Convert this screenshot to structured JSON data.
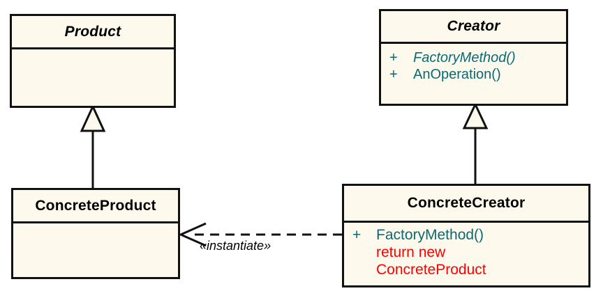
{
  "diagram": {
    "title": "Factory Method pattern class diagram",
    "type": "uml-class-diagram",
    "background_color": "#ffffff",
    "class_fill_color": "#fdf9ec",
    "class_border_color": "#111111",
    "member_text_color": "#0a6a73",
    "note_text_color": "#ff0000",
    "title_text_color": "#000000"
  },
  "classes": {
    "product": {
      "name": "Product",
      "abstract": true,
      "members": []
    },
    "creator": {
      "name": "Creator",
      "abstract": true,
      "members": [
        {
          "visibility": "+",
          "signature": "FactoryMethod()",
          "abstract": true
        },
        {
          "visibility": "+",
          "signature": "AnOperation()",
          "abstract": false
        }
      ]
    },
    "concrete_product": {
      "name": "ConcreteProduct",
      "abstract": false,
      "members": []
    },
    "concrete_creator": {
      "name": "ConcreteCreator",
      "abstract": false,
      "members": [
        {
          "visibility": "+",
          "signature": "FactoryMethod()",
          "abstract": false
        }
      ],
      "notes": [
        "return new",
        "ConcreteProduct"
      ]
    }
  },
  "relationships": {
    "generalization_product": {
      "kind": "generalization",
      "from": "ConcreteProduct",
      "to": "Product",
      "label": ""
    },
    "generalization_creator": {
      "kind": "generalization",
      "from": "ConcreteCreator",
      "to": "Creator",
      "label": ""
    },
    "dependency_instantiate": {
      "kind": "dependency",
      "from": "ConcreteCreator",
      "to": "ConcreteProduct",
      "label": "«instantiate»",
      "style": "dashed"
    }
  }
}
